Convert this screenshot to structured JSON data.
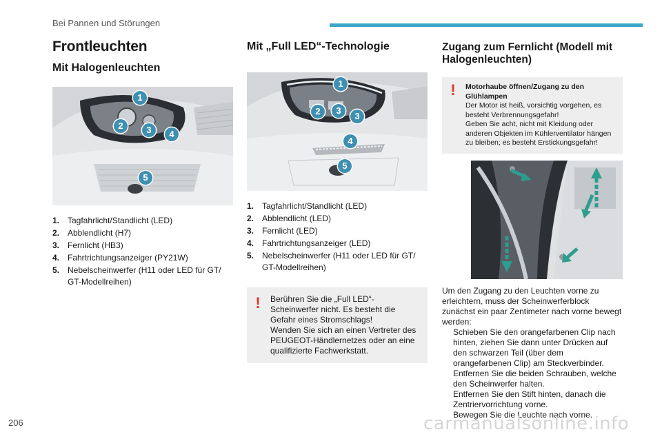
{
  "header": {
    "section": "Bei Pannen und Störungen"
  },
  "page_number": "206",
  "col1": {
    "title": "Frontleuchten",
    "subtitle": "Mit Halogenleuchten",
    "badges": [
      "1",
      "2",
      "3",
      "4",
      "5"
    ],
    "legend": [
      {
        "num": "1.",
        "text": "Tagfahrlicht/Standlicht (LED)"
      },
      {
        "num": "2.",
        "text": "Abblendlicht (H7)"
      },
      {
        "num": "3.",
        "text": "Fernlicht (HB3)"
      },
      {
        "num": "4.",
        "text": "Fahrtrichtungsanzeiger (PY21W)"
      },
      {
        "num": "5.",
        "text": "Nebelscheinwerfer (H11 oder LED für GT/ GT-Modellreihen)"
      }
    ]
  },
  "col2": {
    "subtitle": "Mit „Full LED“-Technologie",
    "badges": [
      "1",
      "2",
      "3",
      "3",
      "4",
      "5"
    ],
    "legend": [
      {
        "num": "1.",
        "text": "Tagfahrlicht/Standlicht (LED)"
      },
      {
        "num": "2.",
        "text": "Abblendlicht (LED)"
      },
      {
        "num": "3.",
        "text": "Fernlicht (LED)"
      },
      {
        "num": "4.",
        "text": "Fahrtrichtungsanzeiger (LED)"
      },
      {
        "num": "5.",
        "text": "Nebelscheinwerfer (H11 oder LED für GT/ GT-Modellreihen)"
      }
    ],
    "warning": {
      "icon": "!",
      "lines": [
        "Berühren Sie die „Full LED“-Scheinwerfer nicht. Es besteht die Gefahr eines Stromschlags!",
        "Wenden Sie sich an einen Vertreter des PEUGEOT-Händlernetzes oder an eine qualifizierte Fachwerkstatt."
      ]
    }
  },
  "col3": {
    "subtitle": "Zugang zum Fernlicht (Modell mit Halogenleuchten)",
    "warning": {
      "icon": "!",
      "title": "Motorhaube öffnen/Zugang zu den Glühlampen",
      "lines": [
        "Der Motor ist heiß, vorsichtig vorgehen, es besteht Verbrennungsgefahr!",
        "Geben Sie acht, nicht mit Kleidung oder anderen Objekten im Kühlerventilator hängen zu bleiben; es besteht Erstickungsgefahr!"
      ]
    },
    "intro": "Um den Zugang zu den Leuchten vorne zu erleichtern, muss der Scheinwerferblock zunächst ein paar Zentimeter nach vorne bewegt werden:",
    "step_marker": "",
    "steps": [
      "Schieben Sie den orangefarbenen Clip nach hinten, ziehen Sie dann unter Drücken auf den schwarzen Teil (über dem orangefarbenen Clip) am Steckverbinder.",
      "Entfernen Sie die beiden Schrauben, welche den Scheinwerfer halten.",
      "Entfernen Sie den Stift hinten, danach die Zentriervorrichtung vorne.",
      "Bewegen Sie die Leuchte nach vorne."
    ]
  },
  "watermark": "carmanualsonline.info",
  "colors": {
    "accent": "#3aa7c8",
    "badge": "#3f8fb0",
    "warning": "#e2342a",
    "box": "#eeeeee"
  }
}
